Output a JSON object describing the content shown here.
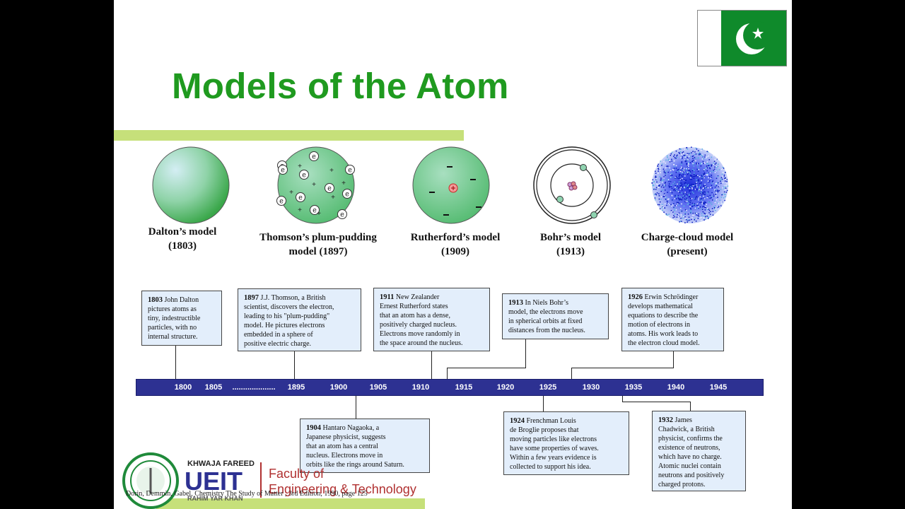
{
  "title": "Models of the Atom",
  "colors": {
    "title_green": "#1f9a1f",
    "accent_bar": "#c6e07a",
    "timeline_blue": "#2d3192",
    "box_fill": "#e3eefb",
    "flag_green": "#0f8a2b"
  },
  "flag": {
    "icon": "pakistan-flag-icon"
  },
  "models": [
    {
      "line1": "Dalton’s model",
      "line2": "(1803)"
    },
    {
      "line1": "Thomson’s plum-pudding",
      "line2": "model   (1897)"
    },
    {
      "line1": "Rutherford’s model",
      "line2": "(1909)"
    },
    {
      "line1": "Bohr’s model",
      "line2": "(1913)"
    },
    {
      "line1": "Charge-cloud model",
      "line2": "(present)"
    }
  ],
  "thomson_electron_label": "e",
  "timeline": {
    "ticks": [
      "1800",
      "1805",
      "....................",
      "1895",
      "1900",
      "1905",
      "1910",
      "1915",
      "1920",
      "1925",
      "1930",
      "1935",
      "1940",
      "1945"
    ]
  },
  "events": [
    {
      "year": "1803",
      "lines": [
        "1803  John Dalton",
        "pictures atoms as",
        "tiny, indestructible",
        "particles, with no",
        "internal structure."
      ]
    },
    {
      "year": "1897",
      "lines": [
        "1897 J.J. Thomson, a British",
        "scientist, discovers the electron,",
        "leading to his \"plum-pudding\"",
        "model.  He pictures electrons",
        "embedded in a sphere of",
        "positive electric charge."
      ]
    },
    {
      "year": "1911",
      "lines": [
        "1911 New Zealander",
        "Ernest Rutherford states",
        "that an atom has a dense,",
        "positively charged nucleus.",
        "Electrons move randomly in",
        "the space around the nucleus."
      ]
    },
    {
      "year": "1913",
      "lines": [
        "1913  In Niels Bohr’s",
        "model, the electrons move",
        "in spherical orbits at fixed",
        "distances from the nucleus."
      ]
    },
    {
      "year": "1926",
      "lines": [
        "1926  Erwin Schrödinger",
        "develops mathematical",
        "equations to describe the",
        "motion of electrons in",
        "atoms.  His work leads to",
        "the electron cloud model."
      ]
    },
    {
      "year": "1904",
      "lines": [
        "1904 Hantaro Nagaoka, a",
        "Japanese physicist, suggests",
        "that an atom has a central",
        "nucleus.  Electrons move in",
        "orbits like the rings around Saturn."
      ]
    },
    {
      "year": "1924",
      "lines": [
        "1924 Frenchman Louis",
        "de Broglie proposes that",
        "moving particles like electrons",
        "have some properties of waves.",
        "Within a few years evidence is",
        "collected to support his idea."
      ]
    },
    {
      "year": "1932",
      "lines": [
        "1932  James",
        "Chadwick, a British",
        "physicist, confirms the",
        "existence of neutrons,",
        "which have no charge.",
        "Atomic nuclei contain",
        "neutrons and positively",
        "charged protons."
      ]
    }
  ],
  "footer": {
    "logo_top": "KHWAJA FAREED",
    "logo_main": "UEIT",
    "logo_sub": "RAHIM YAR KHAN",
    "faculty_line1": "Faculty of",
    "faculty_line2": "Engineering & Technology",
    "citation": "Dorin, Demmin, Gabel, Chemistry The Study of Matter , 3rd Edition, 1990, page 125"
  }
}
